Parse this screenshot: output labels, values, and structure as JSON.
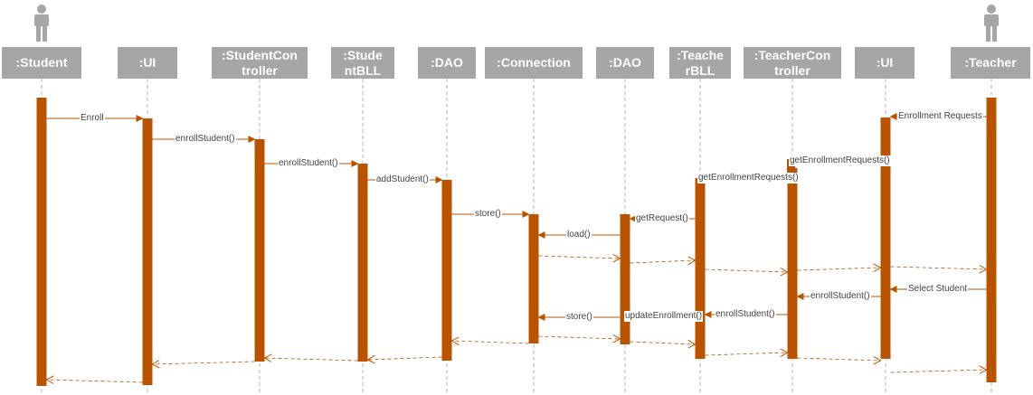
{
  "participants": [
    {
      "id": "p1",
      "label": ":Student",
      "human": true
    },
    {
      "id": "p2",
      "label": ":UI"
    },
    {
      "id": "p3",
      "label": ":StudentController",
      "label_lines": [
        ":StudentCon",
        "troller"
      ]
    },
    {
      "id": "p4",
      "label": ":StudentBLL",
      "label_lines": [
        ":Stude",
        "ntBLL"
      ]
    },
    {
      "id": "p5",
      "label": ":DAO"
    },
    {
      "id": "p6",
      "label": ":Connection"
    },
    {
      "id": "p7",
      "label": ":DAO"
    },
    {
      "id": "p8",
      "label": ":TeacherBLL",
      "label_lines": [
        ":Teache",
        "rBLL"
      ]
    },
    {
      "id": "p9",
      "label": ":TeacherController",
      "label_lines": [
        ":TeacherCon",
        "troller"
      ]
    },
    {
      "id": "p10",
      "label": ":UI"
    },
    {
      "id": "p11",
      "label": ":Teacher",
      "human": true
    }
  ],
  "messages": [
    {
      "from": "p1",
      "to": "p2",
      "label": "Enroll",
      "kind": "call"
    },
    {
      "from": "p2",
      "to": "p3",
      "label": "enrollStudent()",
      "kind": "call"
    },
    {
      "from": "p3",
      "to": "p4",
      "label": "enrollStudent()",
      "kind": "call"
    },
    {
      "from": "p4",
      "to": "p5",
      "label": "addStudent()",
      "kind": "call"
    },
    {
      "from": "p5",
      "to": "p6",
      "label": "store()",
      "kind": "call"
    },
    {
      "from": "p11",
      "to": "p10",
      "label": "Enrollment Requests",
      "kind": "call"
    },
    {
      "from": "p10",
      "to": "p9",
      "label": "getEnrollmentRequests()",
      "kind": "call"
    },
    {
      "from": "p9",
      "to": "p8",
      "label": "getEnrollmentRequests()",
      "kind": "call"
    },
    {
      "from": "p8",
      "to": "p7",
      "label": "getRequest()",
      "kind": "call"
    },
    {
      "from": "p7",
      "to": "p6",
      "label": "load()",
      "kind": "call"
    },
    {
      "from": "p6",
      "to": "p7",
      "label": "",
      "kind": "return"
    },
    {
      "from": "p7",
      "to": "p8",
      "label": "",
      "kind": "return"
    },
    {
      "from": "p8",
      "to": "p9",
      "label": "",
      "kind": "return"
    },
    {
      "from": "p9",
      "to": "p10",
      "label": "",
      "kind": "return"
    },
    {
      "from": "p10",
      "to": "p11",
      "label": "",
      "kind": "return"
    },
    {
      "from": "p11",
      "to": "p10",
      "label": "Select Student",
      "kind": "call"
    },
    {
      "from": "p10",
      "to": "p9",
      "label": "enrollStudent()",
      "kind": "call"
    },
    {
      "from": "p9",
      "to": "p8",
      "label": "enrollStudent()",
      "kind": "call"
    },
    {
      "from": "p8",
      "to": "p7",
      "label": "updateEnrollment()",
      "kind": "call"
    },
    {
      "from": "p7",
      "to": "p6",
      "label": "store()",
      "kind": "call"
    },
    {
      "from": "p6",
      "to": "p7",
      "label": "",
      "kind": "return"
    },
    {
      "from": "p6",
      "to": "p5",
      "label": "",
      "kind": "return"
    },
    {
      "from": "p5",
      "to": "p4",
      "label": "",
      "kind": "return"
    },
    {
      "from": "p4",
      "to": "p3",
      "label": "",
      "kind": "return"
    },
    {
      "from": "p3",
      "to": "p2",
      "label": "",
      "kind": "return"
    },
    {
      "from": "p2",
      "to": "p1",
      "label": "",
      "kind": "return"
    },
    {
      "from": "p7",
      "to": "p8",
      "label": "",
      "kind": "return"
    },
    {
      "from": "p8",
      "to": "p9",
      "label": "",
      "kind": "return"
    },
    {
      "from": "p9",
      "to": "p10",
      "label": "",
      "kind": "return"
    },
    {
      "from": "p10",
      "to": "p11",
      "label": "",
      "kind": "return"
    }
  ],
  "colors": {
    "activation": "#b85400",
    "message": "#b85400",
    "header": "#a6a6a6",
    "header_text": "#ffffff",
    "lifeline": "#b3b3b3",
    "actor_icon": "#a6a6a6",
    "label_text": "#444444"
  }
}
